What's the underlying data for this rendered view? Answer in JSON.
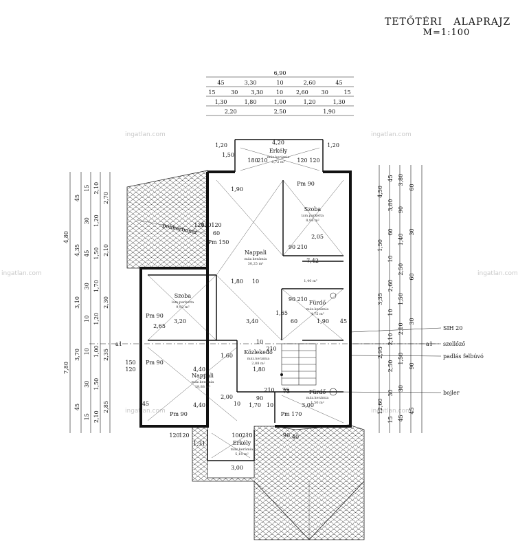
{
  "title": {
    "line1": "TETŐTÉRI   ALAPRAJZ",
    "line2": "M=1:100"
  },
  "watermark": "ingatlan.com",
  "colors": {
    "wall": "#222222",
    "line": "#111111",
    "roof": "#333333"
  },
  "rooms": [
    {
      "name": "Erkély",
      "finish": "máz.kerámia",
      "area": "6,72 m²"
    },
    {
      "name": "Szoba",
      "finish": "lam.parketta",
      "area": "8,88 m²"
    },
    {
      "name": "Nappali",
      "finish": "máz.kerámia",
      "area": "30,25 m²"
    },
    {
      "name": "Szoba",
      "finish": "lam.parketta",
      "area": "9,92 m²"
    },
    {
      "name": "Fürdő",
      "finish": "máz.kerámia",
      "area": "4,75 m²"
    },
    {
      "name": "Közlekedő",
      "finish": "máz.kerámia",
      "area": "2,88 m²"
    },
    {
      "name": "Nappali",
      "finish": "máz.kerámia",
      "area": "19,88 m²"
    },
    {
      "name": "Fürdő",
      "finish": "máz.kerámia",
      "area": "1,50 m²"
    },
    {
      "name": "Erkély",
      "finish": "máz.kerámia",
      "area": "5,16 m²"
    },
    {
      "name": "",
      "finish": "",
      "area": "1,40 m²"
    }
  ],
  "labels": {
    "polikarbonat": "polikarbonát",
    "sih": "SIH 20",
    "szellozo": "szellőző",
    "padlas": "padlás felbúvó",
    "bojler": "bojler",
    "section_a1": "a1"
  },
  "top_dims": {
    "row1": [
      "6,90"
    ],
    "row2": [
      "45",
      "3,30",
      "10",
      "2,60",
      "45"
    ],
    "row3": [
      "15",
      "30",
      "3,30",
      "10",
      "2,60",
      "30",
      "15"
    ],
    "row4": [
      "1,30",
      "1,80",
      "1,00",
      "1,20",
      "1,30"
    ],
    "row5": [
      "2,20",
      "2,50",
      "1,90"
    ]
  },
  "left_dims": {
    "outer": [
      "4,80",
      "7,80"
    ],
    "c2": [
      "45",
      "4,35",
      "3,10",
      "3,70",
      "45"
    ],
    "c3": [
      "15",
      "30",
      "45",
      "30",
      "10",
      "10",
      "30",
      "15"
    ],
    "c4": [
      "2,10",
      "1,20",
      "1,50",
      "1,70",
      "1,20",
      "1,00",
      "1,50",
      "2,10"
    ],
    "c5": [
      "2,70",
      "2,10",
      "2,30",
      "2,35",
      "2,85"
    ]
  },
  "right_dims": {
    "outer": [
      "4,50",
      "1,50",
      "3,35",
      "2,95",
      "12,60"
    ],
    "c2": [
      "45",
      "3,80",
      "60",
      "10",
      "2,60",
      "10",
      "2,10",
      "2,50",
      "30",
      "15"
    ],
    "c3": [
      "3,80",
      "90",
      "1,40",
      "2,50",
      "1,50",
      "2,10",
      "1,50",
      "30",
      "45"
    ],
    "c4": [
      "60",
      "30",
      "60",
      "30",
      "90",
      "45"
    ]
  },
  "inner_dims": [
    "1,20",
    "4,20",
    "1,20",
    "1,50",
    "180",
    "210",
    "120",
    "120",
    "1,90",
    "Pm 90",
    "120",
    "60",
    "Pm 150",
    "2,05",
    "90",
    "210",
    "1,80",
    "10",
    "1,65",
    "3,20",
    "2,65",
    "3,40",
    "60",
    "1,90",
    "45",
    "90",
    "210",
    "Pm 90",
    "4,40",
    "1,60",
    "1,80",
    "150",
    "120",
    "Pm 90",
    "4,40",
    "2,00",
    "10",
    "1,70",
    "10",
    "3,00",
    "75",
    "90",
    "210",
    "45",
    "Pm 90",
    "Pm 170",
    "120",
    "120",
    "1,31",
    "100",
    "210",
    "90",
    "40",
    "3,00",
    "120",
    "120",
    "7,42",
    "75",
    "210",
    "10"
  ]
}
